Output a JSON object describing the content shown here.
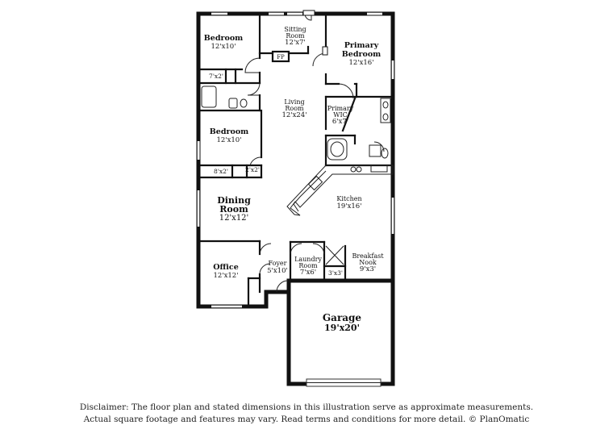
{
  "rooms": {
    "bedroom_a": {
      "name": "Bedroom",
      "dims": "12'x10'"
    },
    "sitting": {
      "name1": "Sitting",
      "name2": "Room",
      "dims": "12'x7'"
    },
    "primary_bedroom": {
      "name1": "Primary",
      "name2": "Bedroom",
      "dims": "12'x16'"
    },
    "fp": {
      "name": "FP"
    },
    "closet_a": {
      "dims": "7'x2'"
    },
    "living": {
      "name1": "Living",
      "name2": "Room",
      "dims": "12'x24'"
    },
    "primary_wic": {
      "name1": "Primary",
      "name2": "WIC",
      "dims": "6'x7'"
    },
    "bedroom_b": {
      "name": "Bedroom",
      "dims": "12'x10'"
    },
    "closet_b": {
      "dims": "8'x2'"
    },
    "closet_c": {
      "dims": "2'x2'"
    },
    "dining": {
      "name1": "Dining",
      "name2": "Room",
      "dims": "12'x12'"
    },
    "kitchen": {
      "name": "Kitchen",
      "dims": "19'x16'"
    },
    "office": {
      "name": "Office",
      "dims": "12'x12'"
    },
    "foyer": {
      "name": "Foyer",
      "dims": "5'x10'"
    },
    "laundry": {
      "name1": "Laundry",
      "name2": "Room",
      "dims": "7'x6'"
    },
    "breakfast": {
      "name1": "Breakfast",
      "name2": "Nook",
      "dims": "9'x3'"
    },
    "pantry": {
      "dims": "3'x3'"
    },
    "garage": {
      "name": "Garage",
      "dims": "19'x20'"
    }
  },
  "disclaimer": {
    "line1": "Disclaimer: The floor plan and stated dimensions in this illustration serve as approximate measurements.",
    "line2": "Actual square footage and features may vary. Read terms and conditions for more detail. © PlanOmatic"
  }
}
